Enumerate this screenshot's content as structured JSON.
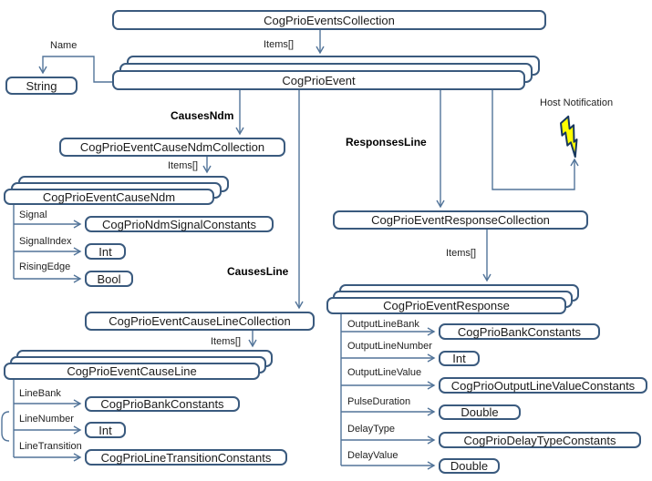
{
  "nodes": {
    "events_collection": {
      "label": "CogPrioEventsCollection"
    },
    "string_type": {
      "label": "String"
    },
    "event": {
      "label": "CogPrioEvent"
    },
    "cause_ndm_collection": {
      "label": "CogPrioEventCauseNdmCollection"
    },
    "cause_ndm": {
      "label": "CogPrioEventCauseNdm"
    },
    "ndm_signal_constants": {
      "label": "CogPrioNdmSignalConstants"
    },
    "ndm_int": {
      "label": "Int"
    },
    "ndm_bool": {
      "label": "Bool"
    },
    "cause_line_collection": {
      "label": "CogPrioEventCauseLineCollection"
    },
    "cause_line": {
      "label": "CogPrioEventCauseLine"
    },
    "line_bank_constants": {
      "label": "CogPrioBankConstants"
    },
    "line_int": {
      "label": "Int"
    },
    "line_transition_constants": {
      "label": "CogPrioLineTransitionConstants"
    },
    "response_collection": {
      "label": "CogPrioEventResponseCollection"
    },
    "response": {
      "label": "CogPrioEventResponse"
    },
    "resp_bank_constants": {
      "label": "CogPrioBankConstants"
    },
    "resp_int": {
      "label": "Int"
    },
    "output_line_value_constants": {
      "label": "CogPrioOutputLineValueConstants"
    },
    "pulse_double": {
      "label": "Double"
    },
    "delay_type_constants": {
      "label": "CogPrioDelayTypeConstants"
    },
    "delay_double": {
      "label": "Double"
    }
  },
  "edge_labels": {
    "name": "Name",
    "items_top": "Items[]",
    "causes_ndm": "CausesNdm",
    "items_ndm": "Items[]",
    "causes_line": "CausesLine",
    "items_line": "Items[]",
    "responses_line": "ResponsesLine",
    "items_response": "Items[]",
    "host_notification": "Host Notification"
  },
  "property_labels": {
    "signal": "Signal",
    "signal_index": "SignalIndex",
    "rising_edge": "RisingEdge",
    "line_bank": "LineBank",
    "line_number": "LineNumber",
    "line_transition": "LineTransition",
    "output_line_bank": "OutputLineBank",
    "output_line_number": "OutputLineNumber",
    "output_line_value": "OutputLineValue",
    "pulse_duration": "PulseDuration",
    "delay_type": "DelayType",
    "delay_value": "DelayValue"
  },
  "colors": {
    "box_border": "#3a5a7e",
    "connector": "#527499",
    "bolt_fill": "#ffff00",
    "bolt_border": "#17375e"
  }
}
